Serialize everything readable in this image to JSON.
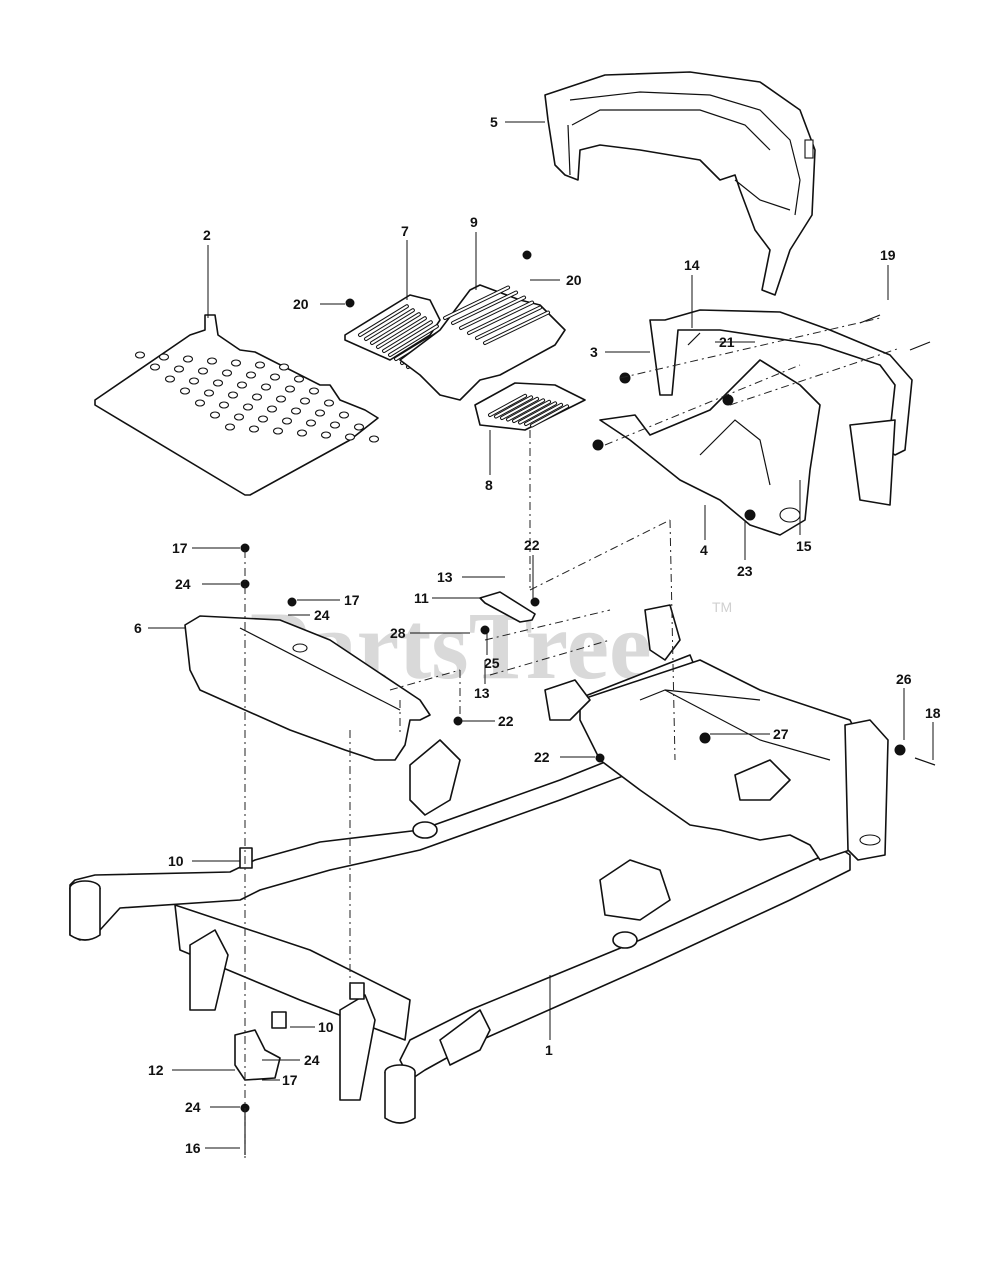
{
  "watermark": {
    "text": "PartsTree",
    "trademark": "TM"
  },
  "callouts": [
    {
      "id": "c-5",
      "label": "5"
    },
    {
      "id": "c-7",
      "label": "7"
    },
    {
      "id": "c-9",
      "label": "9"
    },
    {
      "id": "c-20a",
      "label": "20"
    },
    {
      "id": "c-20b",
      "label": "20"
    },
    {
      "id": "c-2",
      "label": "2"
    },
    {
      "id": "c-14",
      "label": "14"
    },
    {
      "id": "c-19",
      "label": "19"
    },
    {
      "id": "c-3",
      "label": "3"
    },
    {
      "id": "c-21",
      "label": "21"
    },
    {
      "id": "c-8",
      "label": "8"
    },
    {
      "id": "c-4",
      "label": "4"
    },
    {
      "id": "c-15",
      "label": "15"
    },
    {
      "id": "c-23",
      "label": "23"
    },
    {
      "id": "c-17a",
      "label": "17"
    },
    {
      "id": "c-24a",
      "label": "24"
    },
    {
      "id": "c-17b",
      "label": "17"
    },
    {
      "id": "c-24b",
      "label": "24"
    },
    {
      "id": "c-6",
      "label": "6"
    },
    {
      "id": "c-22a",
      "label": "22"
    },
    {
      "id": "c-13a",
      "label": "13"
    },
    {
      "id": "c-11",
      "label": "11"
    },
    {
      "id": "c-28",
      "label": "28"
    },
    {
      "id": "c-25",
      "label": "25"
    },
    {
      "id": "c-13b",
      "label": "13"
    },
    {
      "id": "c-22b",
      "label": "22"
    },
    {
      "id": "c-22c",
      "label": "22"
    },
    {
      "id": "c-27",
      "label": "27"
    },
    {
      "id": "c-26",
      "label": "26"
    },
    {
      "id": "c-18",
      "label": "18"
    },
    {
      "id": "c-10a",
      "label": "10"
    },
    {
      "id": "c-1",
      "label": "1"
    },
    {
      "id": "c-10b",
      "label": "10"
    },
    {
      "id": "c-24c",
      "label": "24"
    },
    {
      "id": "c-12",
      "label": "12"
    },
    {
      "id": "c-17c",
      "label": "17"
    },
    {
      "id": "c-24d",
      "label": "24"
    },
    {
      "id": "c-16",
      "label": "16"
    }
  ]
}
